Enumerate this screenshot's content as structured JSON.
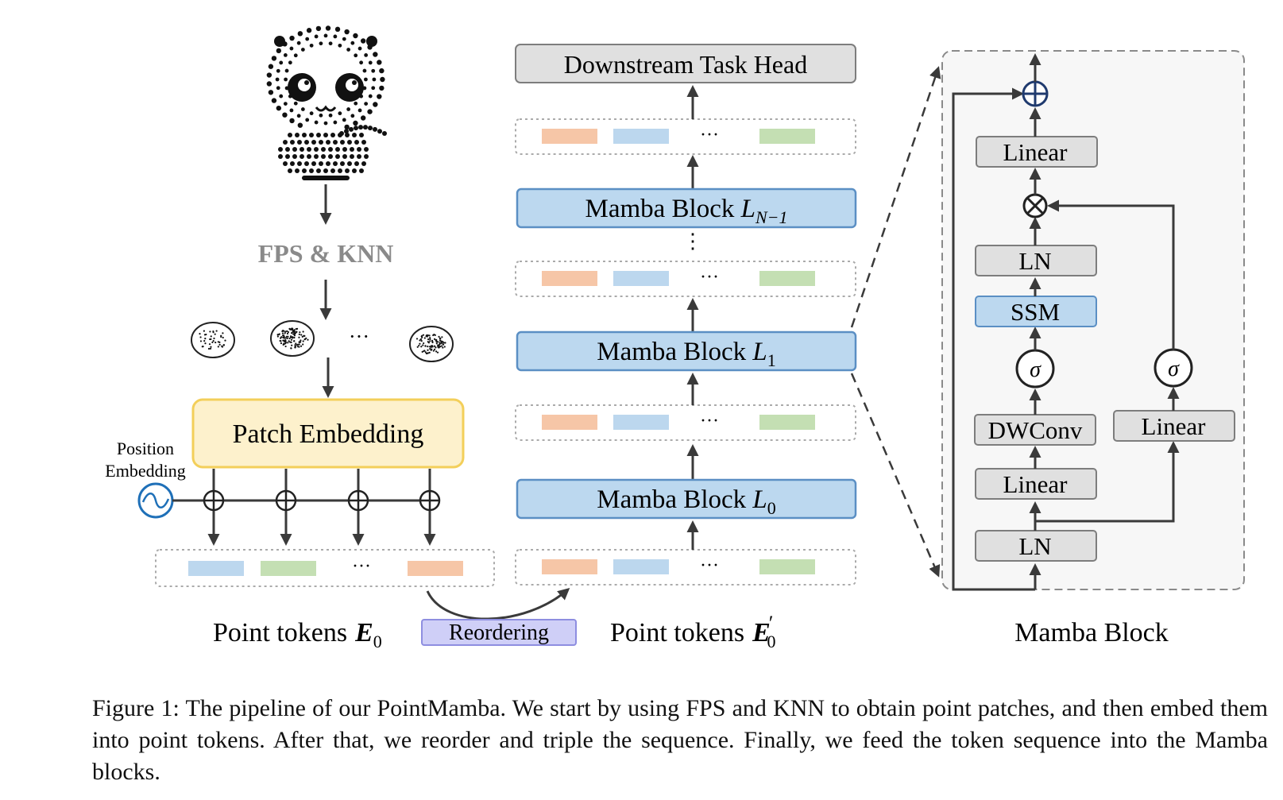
{
  "diagram": {
    "left": {
      "fps_knn": "FPS & KNN",
      "ellipsis_patches": "···",
      "patch_embedding": "Patch Embedding",
      "position_embedding_line1": "Position",
      "position_embedding_line2": "Embedding",
      "ellipsis_tokens": "···",
      "point_tokens_label": "Point tokens",
      "point_tokens_symbol": "E",
      "point_tokens_sub": "0",
      "reordering": "Reordering"
    },
    "middle": {
      "head": "Downstream Task Head",
      "block_n1_text": "Mamba Block ",
      "block_n1_sym": "L",
      "block_n1_sub": "N−1",
      "block_1_text": "Mamba Block ",
      "block_1_sym": "L",
      "block_1_sub": "1",
      "block_0_text": "Mamba Block ",
      "block_0_sym": "L",
      "block_0_sub": "0",
      "vdots": "⋮",
      "ellipsis": "···",
      "point_tokens_label": "Point tokens",
      "point_tokens_symbol": "E",
      "point_tokens_prime": "′",
      "point_tokens_sub": "0"
    },
    "right": {
      "linear_top": "Linear",
      "ln_top": "LN",
      "ssm": "SSM",
      "sigma_left": "σ",
      "sigma_right": "σ",
      "dwconv": "DWConv",
      "linear_mid": "Linear",
      "linear_right": "Linear",
      "ln_bottom": "LN",
      "title": "Mamba Block"
    },
    "colors": {
      "orange": "#f6c6a7",
      "blue": "#bcd7ee",
      "green": "#c4dfb3",
      "block_fill": "#bcd8ef",
      "block_stroke": "#5b8fc4",
      "gray_fill": "#e0e0e0",
      "gray_stroke": "#7d7d7d",
      "patch_fill": "#fdf1cc",
      "patch_stroke": "#f3cf5a",
      "reorder_fill": "#cfcff7",
      "reorder_stroke": "#8e8ee0",
      "pos_icon": "#1f70b8",
      "arrow": "#3a3a3a"
    },
    "icons": [
      "panda-mascot-icon",
      "point-patch-icon",
      "position-embedding-icon",
      "add-icon",
      "multiply-icon"
    ]
  },
  "caption": "Figure 1: The pipeline of our PointMamba. We start by using FPS and KNN to obtain point patches, and then embed them into point tokens. After that, we reorder and triple the sequence. Finally, we feed the token sequence into the Mamba blocks."
}
